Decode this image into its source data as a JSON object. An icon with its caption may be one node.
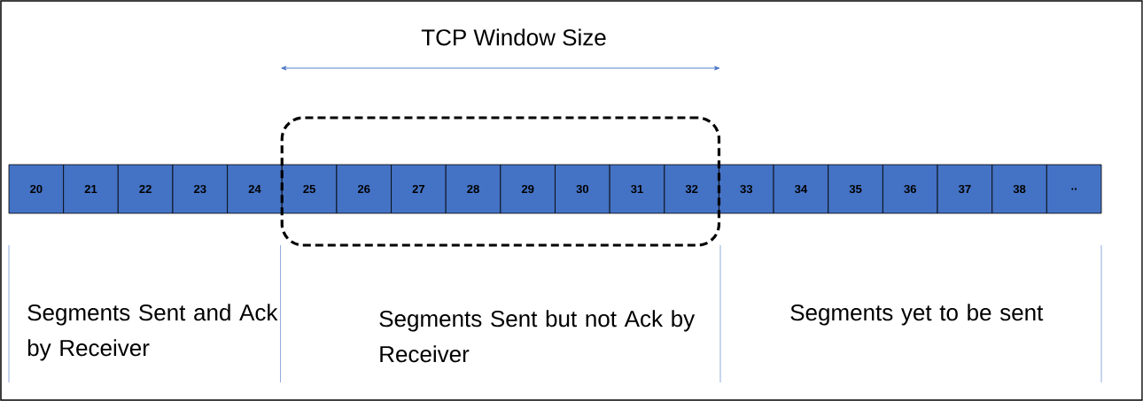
{
  "diagram": {
    "nodes": [
      {
        "text": [
          "20"
        ]
      },
      {
        "text": [
          "21"
        ]
      },
      {
        "text": [
          "22"
        ]
      },
      {
        "text": [
          "23"
        ]
      },
      {
        "text": [
          "24"
        ]
      },
      {
        "text": [],
        "shape": "box"
      },
      {
        "text": [
          "25"
        ],
        "in": 5
      },
      {
        "text": [
          "26"
        ],
        "in": 5
      },
      {
        "text": [
          "27"
        ],
        "in": 5
      },
      {
        "text": [
          "28"
        ],
        "in": 5
      },
      {
        "text": [
          "29"
        ],
        "in": 5
      },
      {
        "text": [
          "30"
        ],
        "in": 5
      },
      {
        "text": [
          "31"
        ],
        "in": 5
      },
      {
        "text": [
          "32"
        ],
        "in": 5
      },
      {
        "text": [
          "33"
        ]
      },
      {
        "text": [
          "34"
        ]
      },
      {
        "text": [
          "35"
        ]
      },
      {
        "text": [
          "36"
        ]
      },
      {
        "text": [
          "37"
        ]
      },
      {
        "text": [
          "38"
        ]
      },
      {
        "text": [
          ".."
        ]
      }
    ],
    "labels": [
      "TCP Window Size",
      "Segments Sent and Ack by Receiver",
      "Segments Sent but not Ack by Receiver",
      "Segments yet to be sent"
    ]
  }
}
